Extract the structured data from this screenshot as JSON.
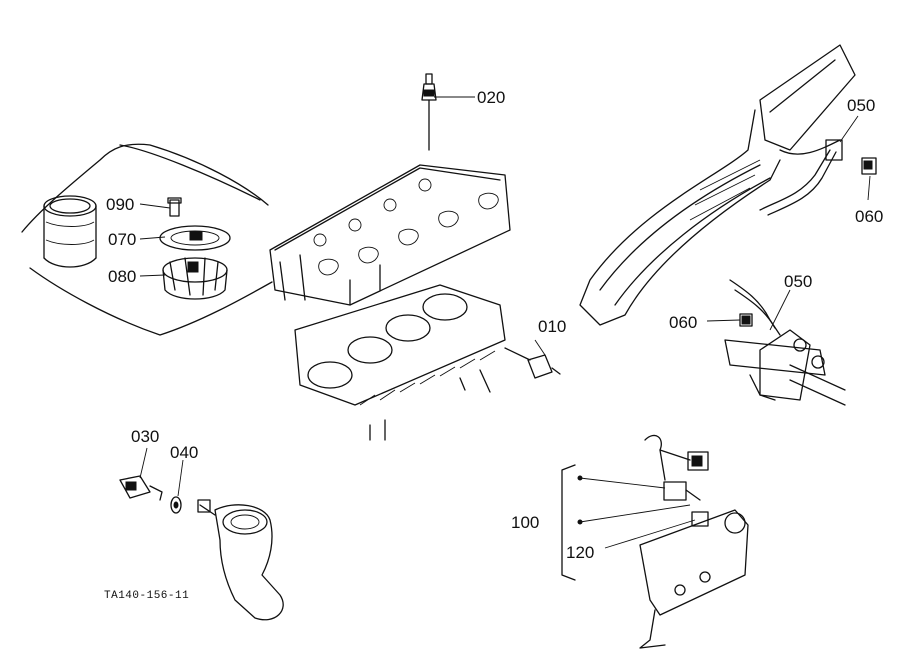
{
  "labels": {
    "p010": "010",
    "p020": "020",
    "p030": "030",
    "p040": "040",
    "p050a": "050",
    "p050b": "050",
    "p060a": "060",
    "p060b": "060",
    "p070": "070",
    "p080": "080",
    "p090": "090",
    "p100": "100",
    "p120": "120"
  },
  "drawing_code": "TA140-156-11",
  "colors": {
    "ink": "#111111",
    "paper": "#ffffff"
  }
}
